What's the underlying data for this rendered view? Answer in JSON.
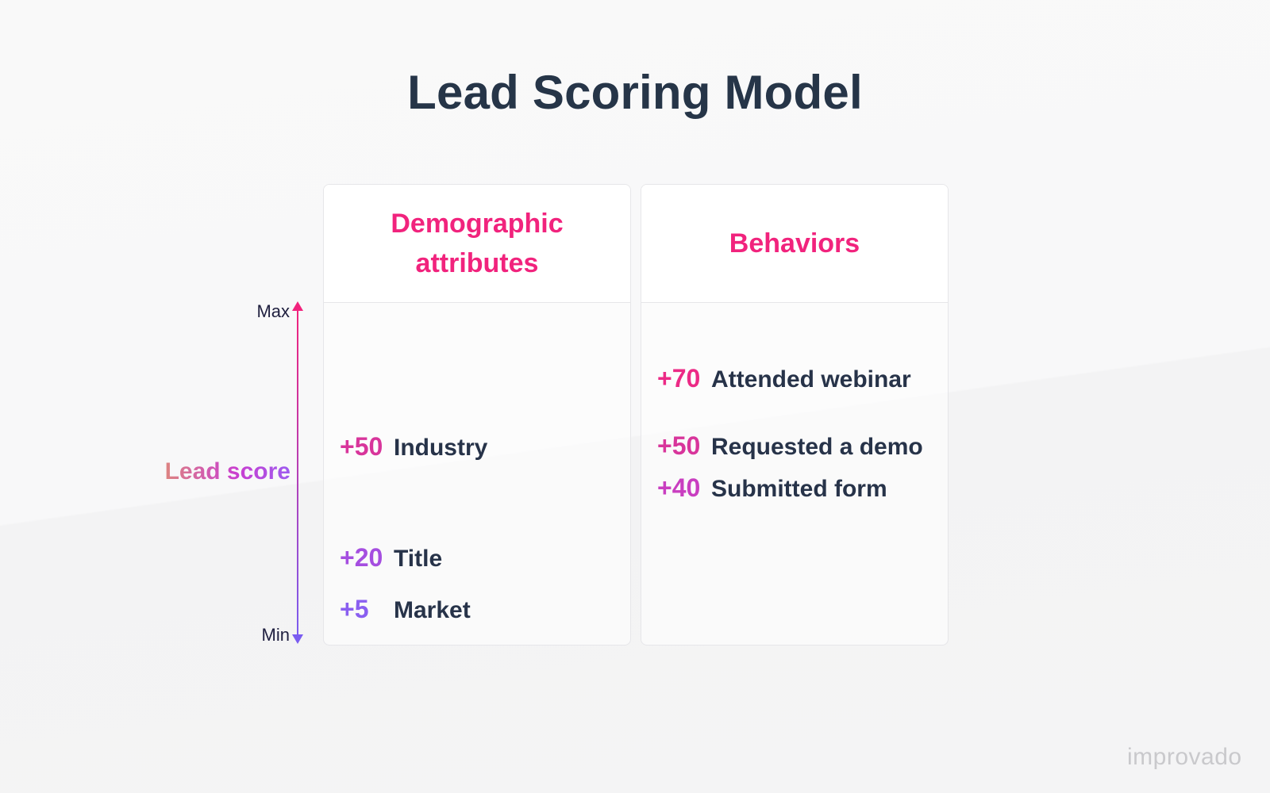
{
  "title": "Lead Scoring Model",
  "axis": {
    "label": "Lead score",
    "max_label": "Max",
    "min_label": "Min"
  },
  "columns": [
    {
      "heading": "Demographic attributes",
      "items": [
        {
          "points": "+50",
          "label": "Industry"
        },
        {
          "points": "+20",
          "label": "Title"
        },
        {
          "points": "+5",
          "label": "Market"
        }
      ]
    },
    {
      "heading": "Behaviors",
      "items": [
        {
          "points": "+70",
          "label": "Attended webinar"
        },
        {
          "points": "+50",
          "label": "Requested a demo"
        },
        {
          "points": "+40",
          "label": "Submitted form"
        }
      ]
    }
  ],
  "logo": "improvado",
  "colors": {
    "heading": "#f1237d",
    "text": "#273349",
    "title": "#263548",
    "axis_top": "#f1237d",
    "axis_bottom": "#7a5cf0"
  }
}
